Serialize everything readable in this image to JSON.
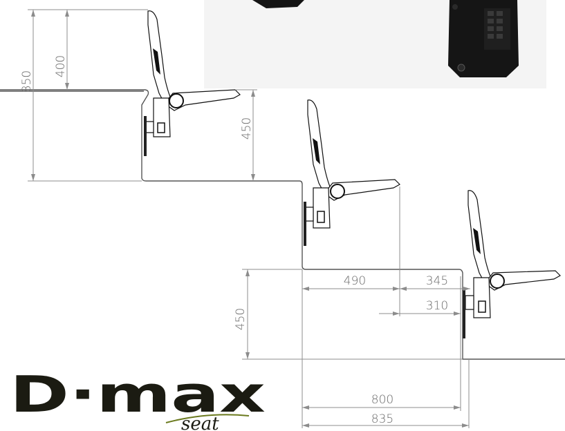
{
  "dimensions": {
    "total_height": "850",
    "seat_height": "400",
    "riser_upper": "450",
    "riser_lower": "450",
    "seat_depth": "490",
    "back_offset": "345",
    "wall_offset": "310",
    "row_pitch": "800",
    "row_pitch_total": "835"
  },
  "logo": {
    "brand": "D·max",
    "tagline": "seat"
  },
  "colors": {
    "dimension_line": "#8c8c8c",
    "dimension_text": "#6a6a6a",
    "step_outline": "#555555",
    "seat_dark": "#111111",
    "logo_fill": "#1b1b12",
    "logo_accent": "#6b7a1e"
  }
}
